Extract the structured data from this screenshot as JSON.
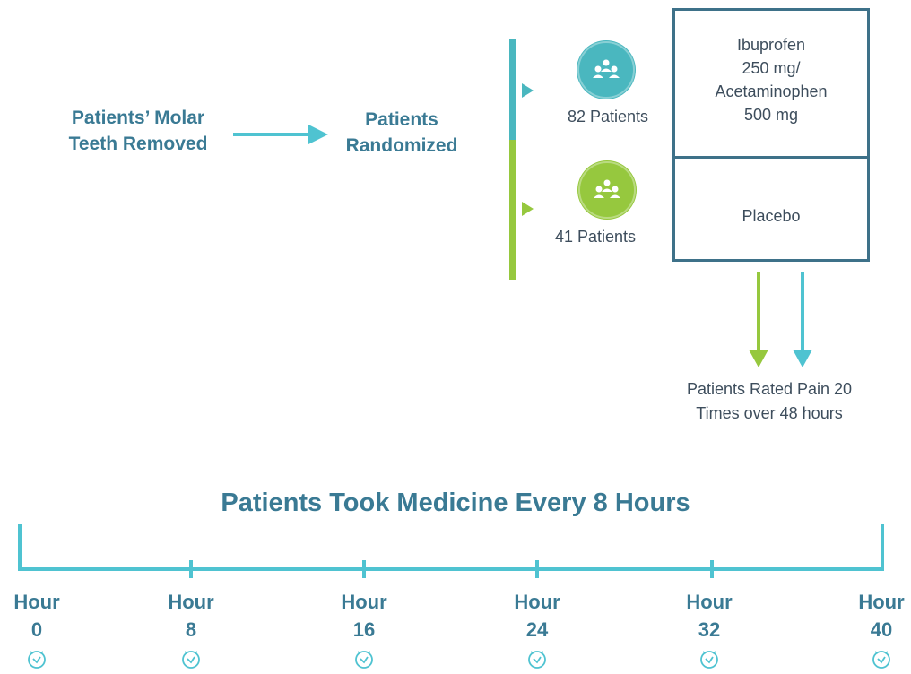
{
  "flow": {
    "step1": [
      "Patients’ Molar",
      "Teeth Removed"
    ],
    "step2": [
      "Patients",
      "Randomized"
    ]
  },
  "groups": [
    {
      "label": "82 Patients",
      "color": "#4ab7bf",
      "icon": "group-icon"
    },
    {
      "label": "41 Patients",
      "color": "#96c83e",
      "icon": "group-icon"
    }
  ],
  "treatments": {
    "active": [
      "Ibuprofen",
      "250 mg/",
      "Acetaminophen",
      "500 mg"
    ],
    "placebo": "Placebo"
  },
  "outcome": [
    "Patients Rated Pain 20",
    "Times over 48 hours"
  ],
  "timeline": {
    "title": "Patients Took Medicine Every 8 Hours",
    "ticks": [
      {
        "word": "Hour",
        "value": "0"
      },
      {
        "word": "Hour",
        "value": "8"
      },
      {
        "word": "Hour",
        "value": "16"
      },
      {
        "word": "Hour",
        "value": "24"
      },
      {
        "word": "Hour",
        "value": "32"
      },
      {
        "word": "Hour",
        "value": "40"
      }
    ],
    "tick_icon": "clock-icon"
  },
  "colors": {
    "teal": "#4fc3d1",
    "green": "#96c83e",
    "dark_teal": "#3a7a94",
    "box_border": "#3e7189"
  }
}
